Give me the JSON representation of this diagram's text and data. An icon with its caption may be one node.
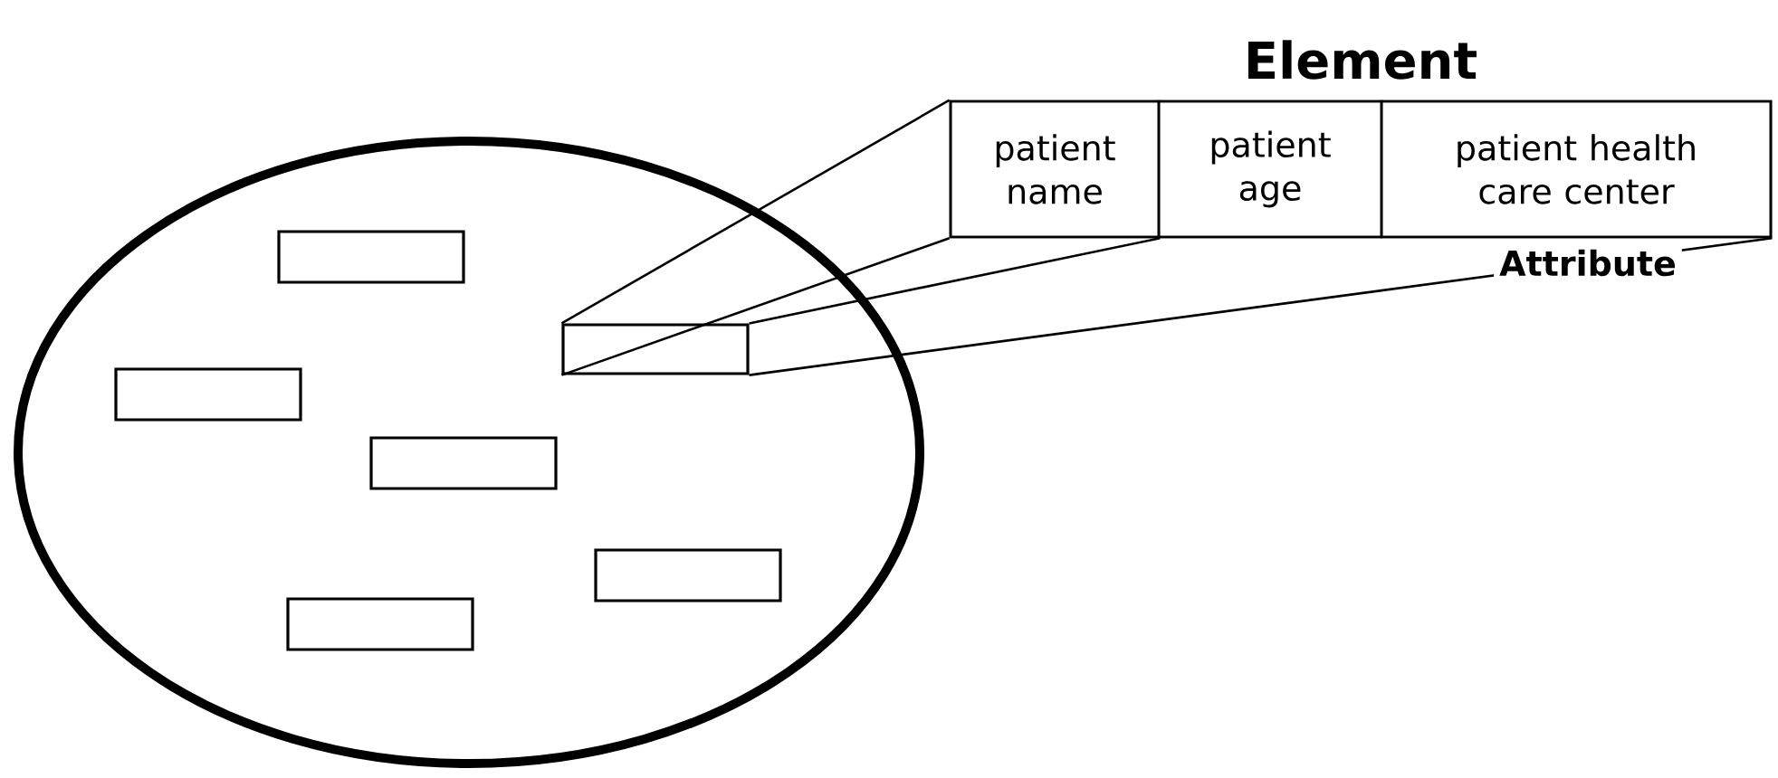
{
  "diagram": {
    "nodes": [
      {
        "text": [],
        "shape": "ellipse"
      },
      {
        "text": [],
        "shape": "box",
        "in": 0
      },
      {
        "text": [],
        "shape": "box",
        "in": 0
      },
      {
        "text": [],
        "shape": "box",
        "in": 0
      },
      {
        "text": [],
        "shape": "box",
        "in": 0
      },
      {
        "text": [],
        "shape": "box",
        "in": 0
      },
      {
        "text": [],
        "shape": "box",
        "in": 0
      },
      {
        "text": [
          "Element"
        ]
      },
      {
        "text": [
          "patient name"
        ],
        "in": 7
      },
      {
        "text": [
          "patient age"
        ],
        "in": 7
      },
      {
        "text": [
          "patient health care center"
        ],
        "in": 7
      }
    ],
    "edges": [
      {
        "from": 2,
        "to": 7,
        "arrow": "none"
      },
      {
        "from": 2,
        "to": 7,
        "arrow": "none"
      },
      {
        "from": 2,
        "to": 8,
        "arrow": "none"
      },
      {
        "from": 2,
        "to": 7,
        "label": "Attribute",
        "arrow": "none"
      }
    ]
  }
}
